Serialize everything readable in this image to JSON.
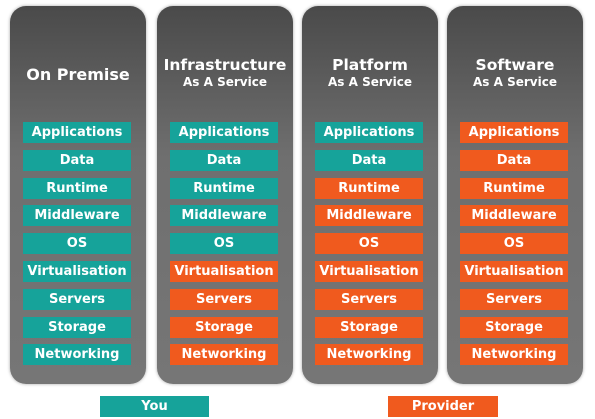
{
  "columns": [
    {
      "title": "On Premise",
      "subtitle": "",
      "layers": [
        {
          "label": "Applications",
          "owner": "you"
        },
        {
          "label": "Data",
          "owner": "you"
        },
        {
          "label": "Runtime",
          "owner": "you"
        },
        {
          "label": "Middleware",
          "owner": "you"
        },
        {
          "label": "OS",
          "owner": "you"
        },
        {
          "label": "Virtualisation",
          "owner": "you"
        },
        {
          "label": "Servers",
          "owner": "you"
        },
        {
          "label": "Storage",
          "owner": "you"
        },
        {
          "label": "Networking",
          "owner": "you"
        }
      ]
    },
    {
      "title": "Infrastructure",
      "subtitle": "As A Service",
      "layers": [
        {
          "label": "Applications",
          "owner": "you"
        },
        {
          "label": "Data",
          "owner": "you"
        },
        {
          "label": "Runtime",
          "owner": "you"
        },
        {
          "label": "Middleware",
          "owner": "you"
        },
        {
          "label": "OS",
          "owner": "you"
        },
        {
          "label": "Virtualisation",
          "owner": "provider"
        },
        {
          "label": "Servers",
          "owner": "provider"
        },
        {
          "label": "Storage",
          "owner": "provider"
        },
        {
          "label": "Networking",
          "owner": "provider"
        }
      ]
    },
    {
      "title": "Platform",
      "subtitle": "As A Service",
      "layers": [
        {
          "label": "Applications",
          "owner": "you"
        },
        {
          "label": "Data",
          "owner": "you"
        },
        {
          "label": "Runtime",
          "owner": "provider"
        },
        {
          "label": "Middleware",
          "owner": "provider"
        },
        {
          "label": "OS",
          "owner": "provider"
        },
        {
          "label": "Virtualisation",
          "owner": "provider"
        },
        {
          "label": "Servers",
          "owner": "provider"
        },
        {
          "label": "Storage",
          "owner": "provider"
        },
        {
          "label": "Networking",
          "owner": "provider"
        }
      ]
    },
    {
      "title": "Software",
      "subtitle": "As A Service",
      "layers": [
        {
          "label": "Applications",
          "owner": "provider"
        },
        {
          "label": "Data",
          "owner": "provider"
        },
        {
          "label": "Runtime",
          "owner": "provider"
        },
        {
          "label": "Middleware",
          "owner": "provider"
        },
        {
          "label": "OS",
          "owner": "provider"
        },
        {
          "label": "Virtualisation",
          "owner": "provider"
        },
        {
          "label": "Servers",
          "owner": "provider"
        },
        {
          "label": "Storage",
          "owner": "provider"
        },
        {
          "label": "Networking",
          "owner": "provider"
        }
      ]
    }
  ],
  "legend": {
    "you_label": "You",
    "provider_label": "Provider"
  },
  "colors": {
    "you": "#16a39a",
    "provider": "#f05a1e",
    "column_background": "#6f6f6f"
  }
}
